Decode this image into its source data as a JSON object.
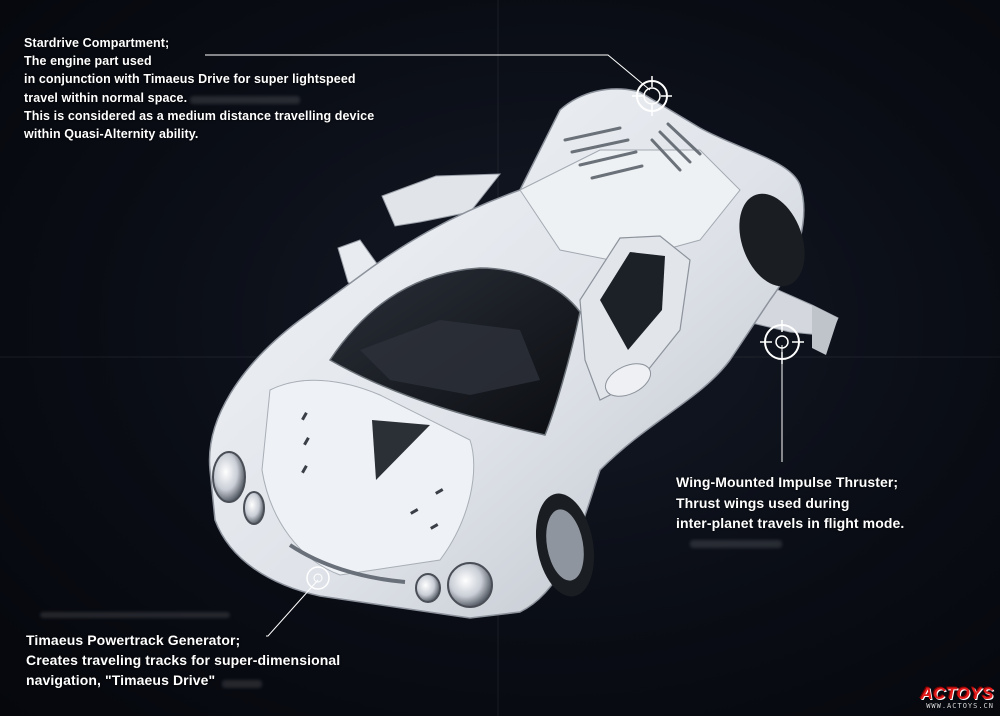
{
  "colors": {
    "background": "#05070c",
    "car_body": "#e6e9ee",
    "callout_text": "#ffffff",
    "leader_line": "#ffffff",
    "logo_red": "#e21a1a"
  },
  "icons": [
    "crosshair-target-icon"
  ],
  "callouts": {
    "stardrive": {
      "lines": [
        "Stardrive Compartment;",
        "The engine part used",
        "in conjunction with Timaeus Drive for super lightspeed",
        "travel within normal space.",
        "This is considered as a medium distance travelling device",
        "within Quasi-Alternity ability."
      ]
    },
    "wing": {
      "lines": [
        "Wing-Mounted Impulse Thruster;",
        "Thrust wings used during",
        "inter-planet travels in flight mode."
      ]
    },
    "timaeus": {
      "lines": [
        "Timaeus Powertrack Generator;",
        "Creates traveling tracks for super-dimensional",
        "navigation, \"Timaeus Drive\""
      ]
    }
  },
  "logo": {
    "word": "ACTOYS",
    "url": "WWW.ACTOYS.CN"
  }
}
